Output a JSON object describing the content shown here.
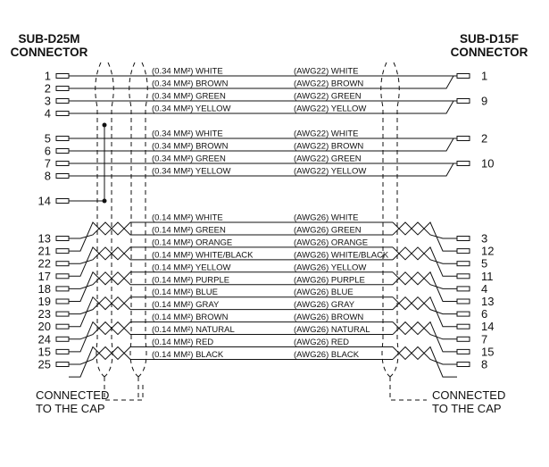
{
  "left_connector": {
    "line1": "SUB-D25M",
    "line2": "CONNECTOR"
  },
  "right_connector": {
    "line1": "SUB-D15F",
    "line2": "CONNECTOR"
  },
  "cap_note_left": {
    "line1": "CONNECTED",
    "line2": "TO THE CAP"
  },
  "cap_note_right": {
    "line1": "CONNECTED",
    "line2": "TO THE CAP"
  },
  "groups": [
    {
      "left_pins": [
        "1",
        "2",
        "3",
        "4"
      ],
      "right_pins": [
        "1",
        "9"
      ],
      "wires": [
        {
          "left": "(0.34 MM²) WHITE",
          "right": "(AWG22) WHITE"
        },
        {
          "left": "(0.34 MM²) BROWN",
          "right": "(AWG22) BROWN"
        },
        {
          "left": "(0.34 MM²) GREEN",
          "right": "(AWG22) GREEN"
        },
        {
          "left": "(0.34 MM²) YELLOW",
          "right": "(AWG22) YELLOW"
        }
      ]
    },
    {
      "left_pins": [
        "5",
        "6",
        "7",
        "8"
      ],
      "right_pins": [
        "2",
        "10"
      ],
      "wires": [
        {
          "left": "(0.34 MM²) WHITE",
          "right": "(AWG22) WHITE"
        },
        {
          "left": "(0.34 MM²) BROWN",
          "right": "(AWG22) BROWN"
        },
        {
          "left": "(0.34 MM²) GREEN",
          "right": "(AWG22) GREEN"
        },
        {
          "left": "(0.34 MM²) YELLOW",
          "right": "(AWG22) YELLOW"
        }
      ]
    }
  ],
  "shield_pin": "14",
  "signal_wires": [
    {
      "left": "(0.14 MM²) WHITE",
      "right": "(AWG26) WHITE"
    },
    {
      "left": "(0.14 MM²) GREEN",
      "right": "(AWG26) GREEN"
    },
    {
      "left": "(0.14 MM²) ORANGE",
      "right": "(AWG26) ORANGE"
    },
    {
      "left": "(0.14 MM²) WHITE/BLACK",
      "right": "(AWG26) WHITE/BLACK"
    },
    {
      "left": "(0.14 MM²) YELLOW",
      "right": "(AWG26) YELLOW"
    },
    {
      "left": "(0.14 MM²) PURPLE",
      "right": "(AWG26) PURPLE"
    },
    {
      "left": "(0.14 MM²) BLUE",
      "right": "(AWG26) BLUE"
    },
    {
      "left": "(0.14 MM²) GRAY",
      "right": "(AWG26) GRAY"
    },
    {
      "left": "(0.14 MM²) BROWN",
      "right": "(AWG26) BROWN"
    },
    {
      "left": "(0.14 MM²) NATURAL",
      "right": "(AWG26) NATURAL"
    },
    {
      "left": "(0.14 MM²) RED",
      "right": "(AWG26) RED"
    },
    {
      "left": "(0.14 MM²) BLACK",
      "right": "(AWG26) BLACK"
    }
  ],
  "pairs": [
    {
      "left": [
        "13",
        "21"
      ],
      "right": [
        "3",
        "12"
      ]
    },
    {
      "left": [
        "22",
        "17"
      ],
      "right": [
        "5",
        "11"
      ]
    },
    {
      "left": [
        "18",
        "19"
      ],
      "right": [
        "4",
        "13"
      ]
    },
    {
      "left": [
        "23",
        "20"
      ],
      "right": [
        "6",
        "14"
      ]
    },
    {
      "left": [
        "24",
        "15"
      ],
      "right": [
        "7",
        "15"
      ]
    },
    {
      "left": [
        "25"
      ],
      "right": [
        "8"
      ]
    }
  ]
}
